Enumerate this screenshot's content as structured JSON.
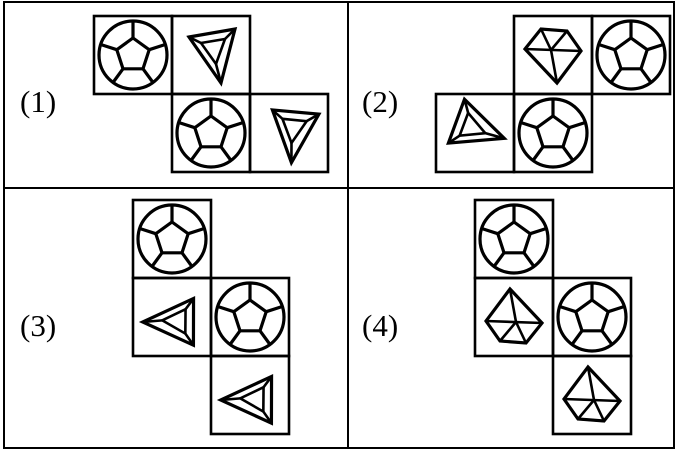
{
  "panels": [
    {
      "label": "(1)",
      "net": [
        "soccer-ball",
        "triangle",
        "soccer-ball",
        "triangle"
      ]
    },
    {
      "label": "(2)",
      "net": [
        "diamond",
        "soccer-ball",
        "triangle",
        "soccer-ball"
      ]
    },
    {
      "label": "(3)",
      "net": [
        "soccer-ball",
        "triangle",
        "soccer-ball",
        "triangle"
      ]
    },
    {
      "label": "(4)",
      "net": [
        "soccer-ball",
        "diamond",
        "soccer-ball",
        "diamond"
      ]
    }
  ],
  "colors": {
    "stroke": "#000000",
    "background": "#ffffff"
  }
}
